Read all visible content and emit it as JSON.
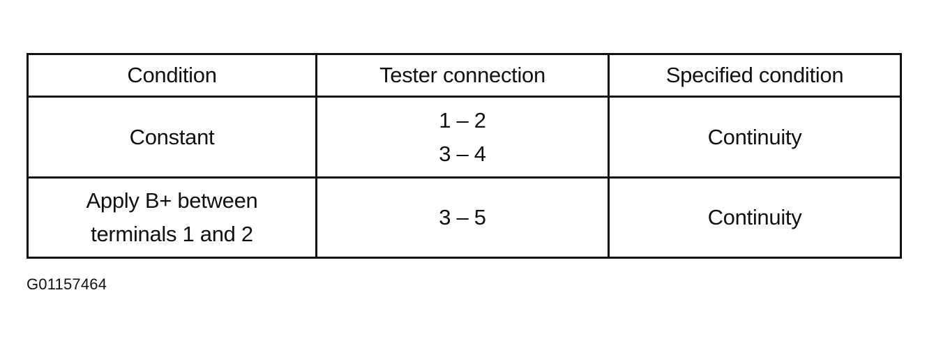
{
  "table": {
    "headers": [
      "Condition",
      "Tester connection",
      "Specified condition"
    ],
    "rows": [
      {
        "condition": [
          "Constant"
        ],
        "tester_connection": [
          "1 – 2",
          "3 – 4"
        ],
        "specified_condition": [
          "Continuity"
        ]
      },
      {
        "condition": [
          "Apply B+ between",
          "terminals 1 and 2"
        ],
        "tester_connection": [
          "3 – 5"
        ],
        "specified_condition": [
          "Continuity"
        ]
      }
    ]
  },
  "figure_id": "G01157464"
}
